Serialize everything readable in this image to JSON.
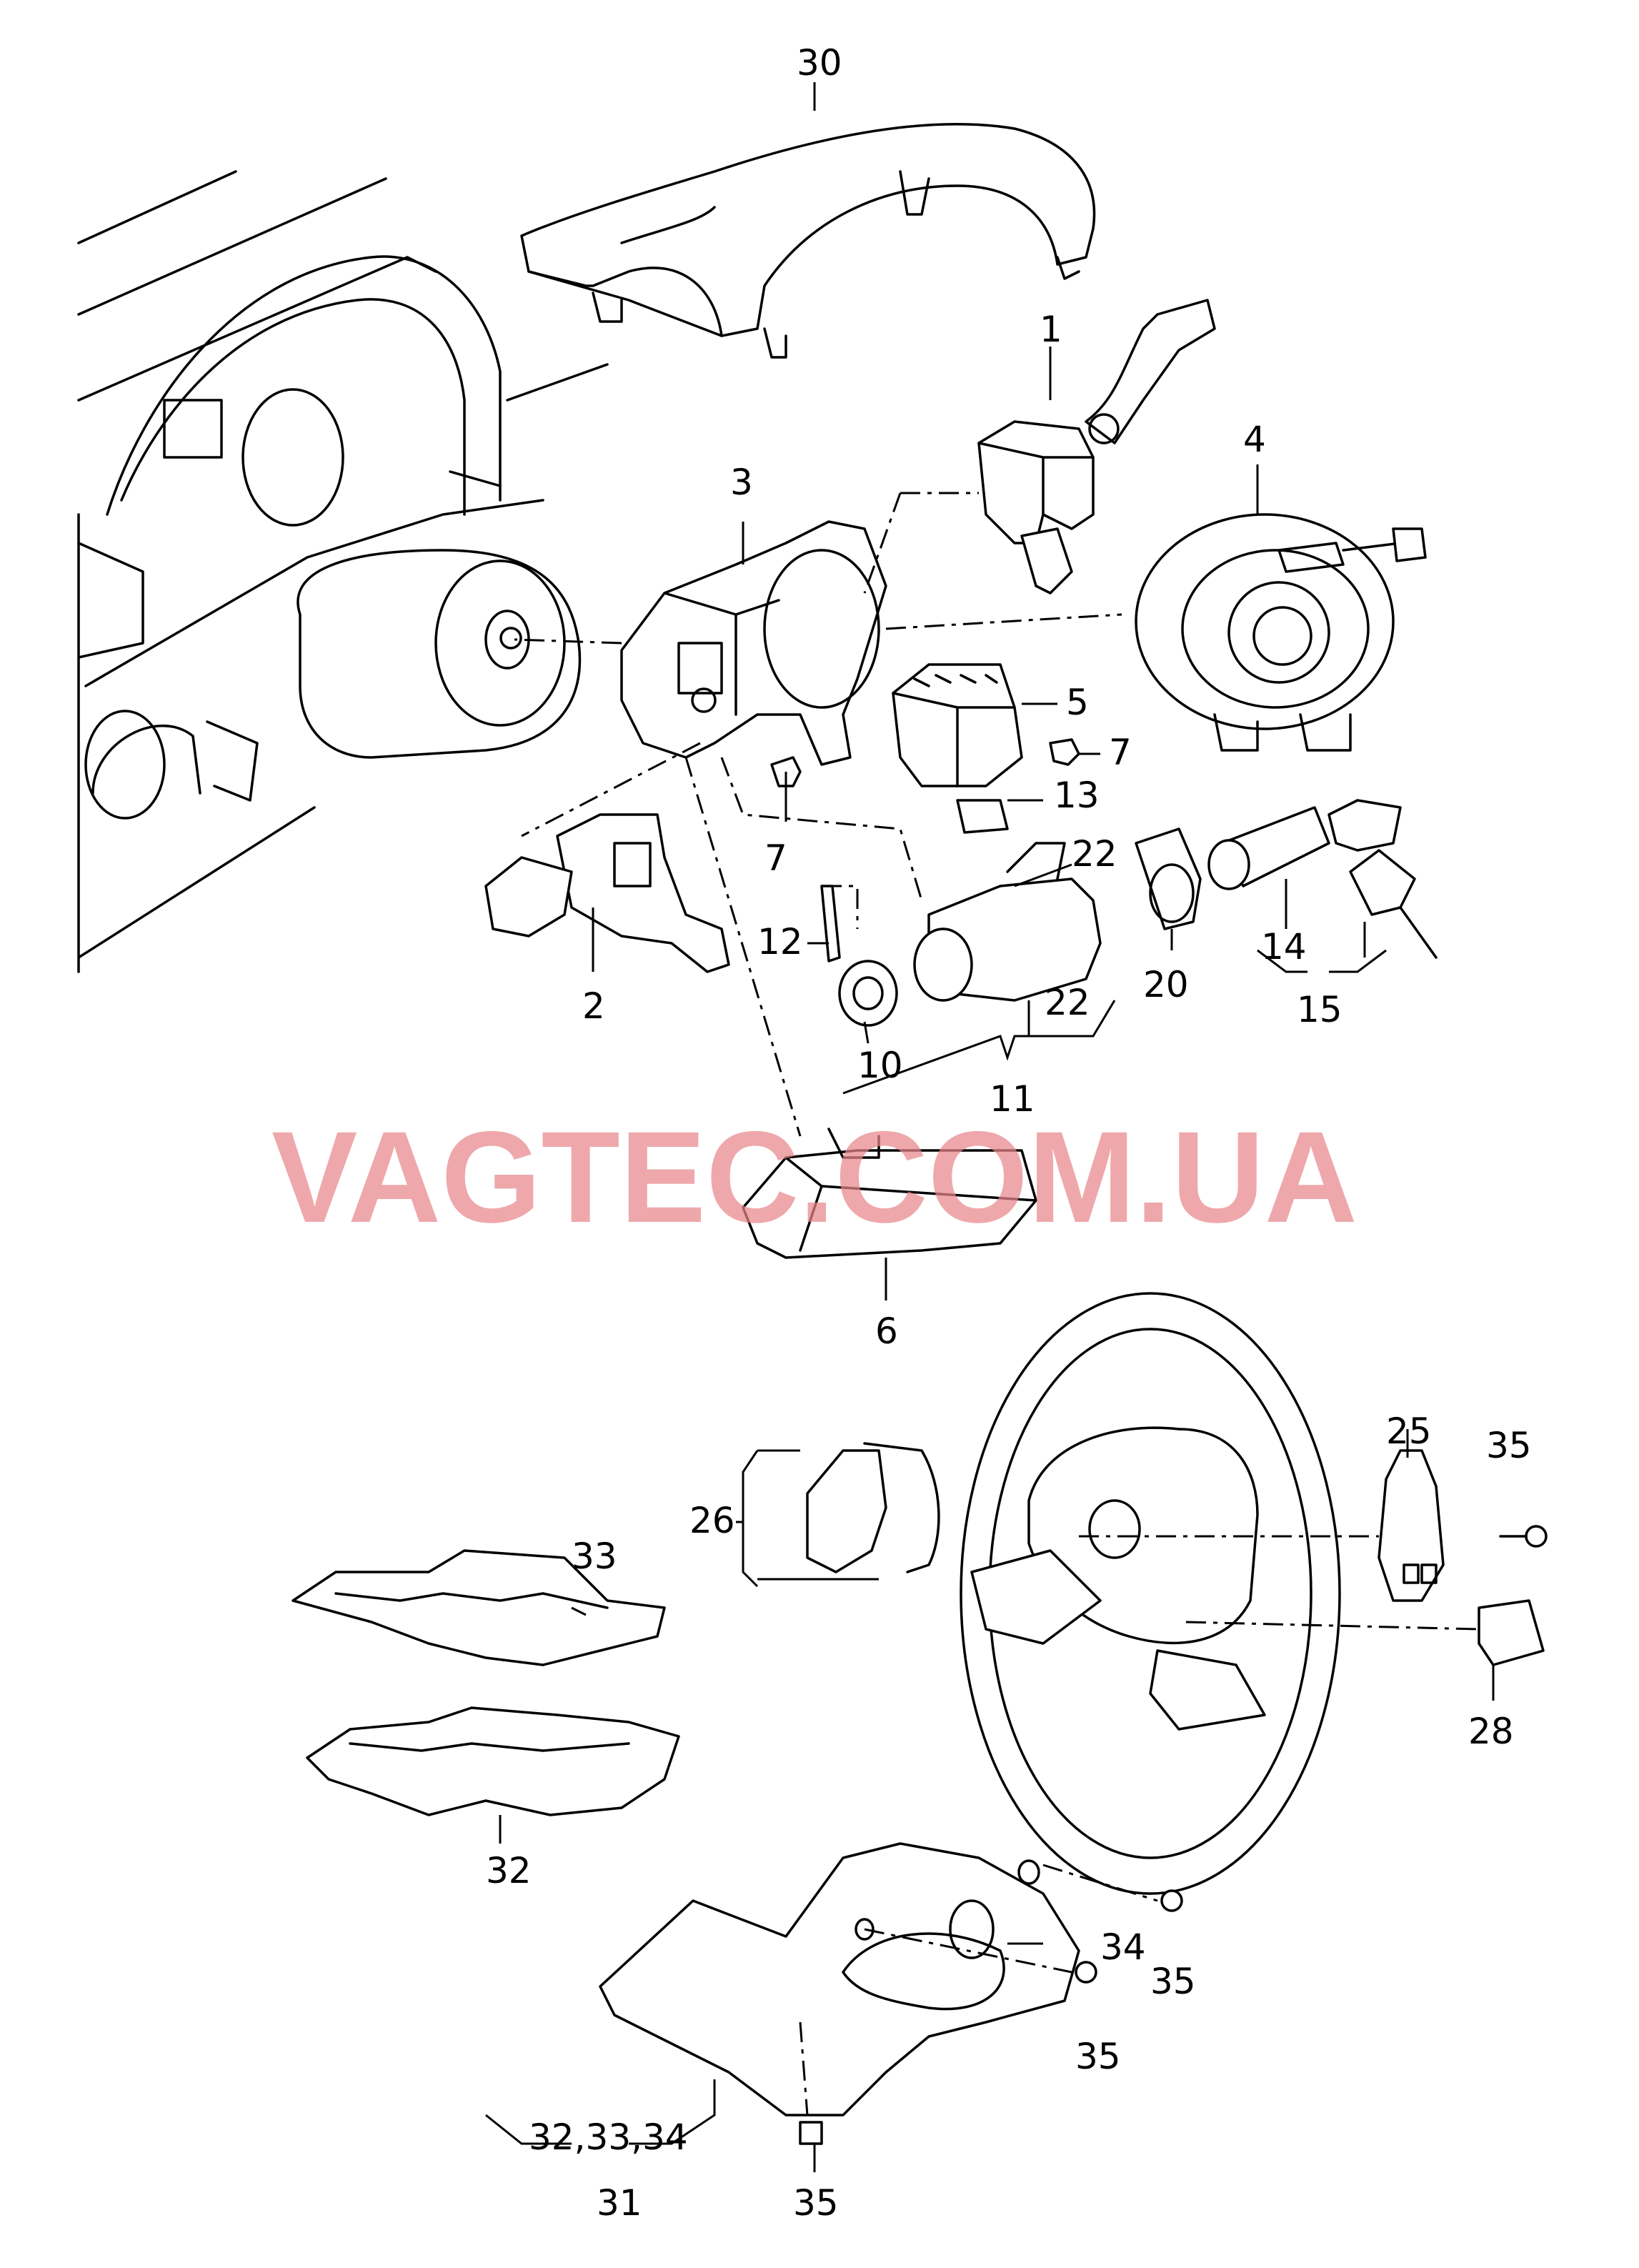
{
  "watermark": "VAGTEC.COM.UA",
  "callouts": {
    "c1": "1",
    "c2": "2",
    "c3": "3",
    "c4": "4",
    "c5": "5",
    "c6": "6",
    "c7a": "7",
    "c7b": "7",
    "c10": "10",
    "c11": "11",
    "c12": "12",
    "c13": "13",
    "c14": "14",
    "c15": "15",
    "c20": "20",
    "c22a": "22",
    "c22b": "22",
    "c25": "25",
    "c26": "26",
    "c28": "28",
    "c30": "30",
    "c31": "31",
    "c32": "32",
    "c33": "33",
    "c34": "34",
    "c35a": "35",
    "c35b": "35",
    "c35c": "35",
    "c35d": "35",
    "c323334": "32,33,34"
  }
}
